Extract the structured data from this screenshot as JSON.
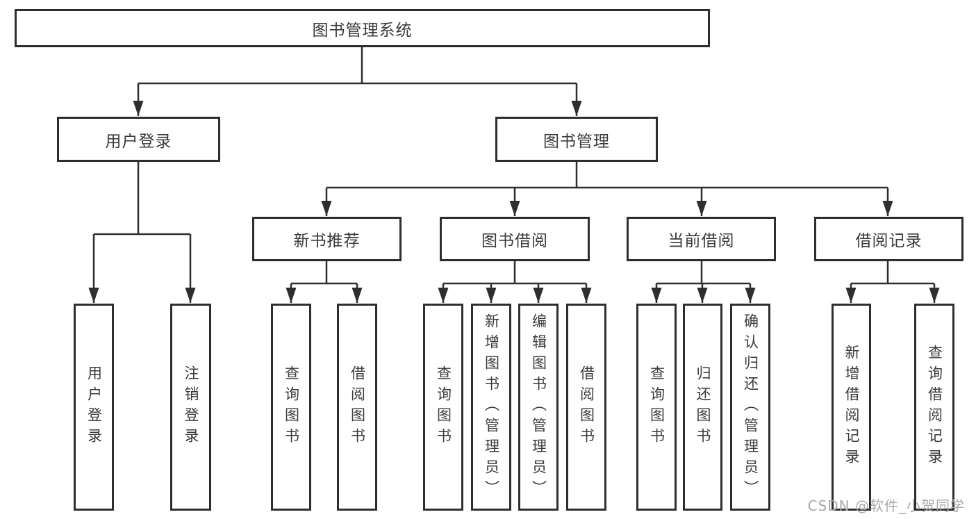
{
  "diagram": {
    "root": {
      "label": "图书管理系统"
    },
    "level2": [
      {
        "label": "用户登录"
      },
      {
        "label": "图书管理"
      }
    ],
    "level3": [
      {
        "label": "新书推荐",
        "parent": "图书管理"
      },
      {
        "label": "图书借阅",
        "parent": "图书管理"
      },
      {
        "label": "当前借阅",
        "parent": "图书管理"
      },
      {
        "label": "借阅记录",
        "parent": "图书管理"
      }
    ],
    "leaves": [
      {
        "label": "用户登录",
        "parent": "用户登录"
      },
      {
        "label": "注销登录",
        "parent": "用户登录"
      },
      {
        "label": "查询图书",
        "parent": "新书推荐"
      },
      {
        "label": "借阅图书",
        "parent": "新书推荐"
      },
      {
        "label": "查询图书",
        "parent": "图书借阅"
      },
      {
        "label": "新增图书（管理员）",
        "parent": "图书借阅"
      },
      {
        "label": "编辑图书（管理员）",
        "parent": "图书借阅"
      },
      {
        "label": "借阅图书",
        "parent": "图书借阅"
      },
      {
        "label": "查询图书",
        "parent": "当前借阅"
      },
      {
        "label": "归还图书",
        "parent": "当前借阅"
      },
      {
        "label": "确认归还（管理员）",
        "parent": "当前借阅"
      },
      {
        "label": "新增借阅记录",
        "parent": "借阅记录"
      },
      {
        "label": "查询借阅记录",
        "parent": "借阅记录"
      }
    ],
    "watermark": "CSDN @软件_小贺同学",
    "colors": {
      "line": "#2e2e30",
      "box_border": "#2e2e30",
      "text": "#3a3a3e",
      "watermark": "#a9a9a9",
      "background": "#ffffff"
    }
  }
}
